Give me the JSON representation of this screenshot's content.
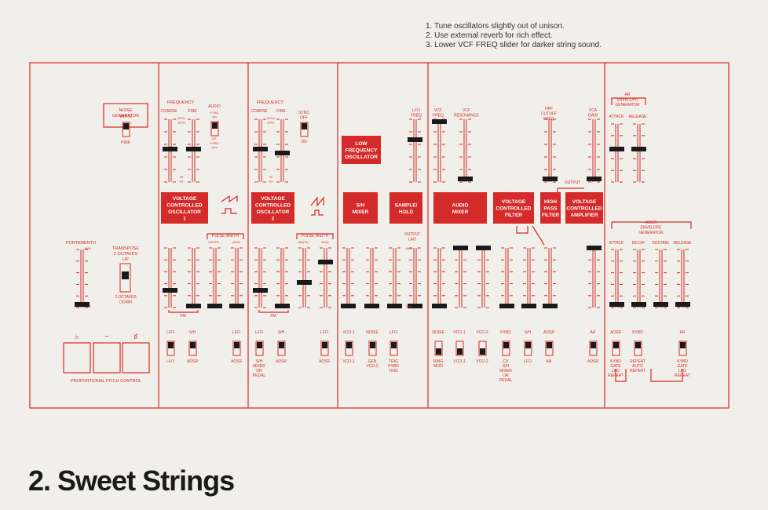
{
  "notes": [
    "1. Tune oscillators slightly out of unison.",
    "2. Use external reverb for rich effect.",
    "3. Lower VCF FREQ slider for darker string sound."
  ],
  "title": "2. Sweet Strings",
  "colors": {
    "accent": "#d42a2a",
    "background": "#f1efe9",
    "knob": "#1a1a1a",
    "text": "#333333"
  },
  "blocks": {
    "vco1": [
      "VOLTAGE",
      "CONTROLLED",
      "OSCILLATOR",
      "1"
    ],
    "vco2": [
      "VOLTAGE",
      "CONTROLLED",
      "OSCILLATOR",
      "2"
    ],
    "lfo": [
      "LOW",
      "FREQUENCY",
      "OSCILLATOR"
    ],
    "sh": [
      "S/H",
      "MIXER"
    ],
    "samplehold": [
      "SAMPLE/",
      "HOLD"
    ],
    "audiomixer": [
      "AUDIO",
      "MIXER"
    ],
    "vcf": [
      "VOLTAGE",
      "CONTROLLED",
      "FILTER"
    ],
    "hpf": [
      "HIGH",
      "PASS",
      "FILTER"
    ],
    "vca": [
      "VOLTAGE",
      "CONTROLLED",
      "AMPLIFIER"
    ]
  },
  "labels": {
    "noise": [
      "NOISE",
      "GENERATOR"
    ],
    "white": "WHITE",
    "pink": "PINK",
    "frequency": "FREQUENCY",
    "coarse": "COARSE",
    "fine": "FINE",
    "audio": "AUDIO",
    "kybd_on": [
      "KYBD",
      "ON"
    ],
    "lf": "LF",
    "kybd_off": [
      "KYBD",
      "OFF"
    ],
    "sync": [
      "SYNC",
      "OFF"
    ],
    "on": "ON",
    "khz": [
      "2KHz",
      "20Hz"
    ],
    "hz": [
      "20",
      "Hz"
    ],
    "lfo_freq": [
      "LFO",
      "FREQ"
    ],
    "vcf_freq": [
      "VCF",
      "FREQ"
    ],
    "vcf_res": [
      "VCF",
      "RESONANCE"
    ],
    "hpf_cutoff": [
      "HPF",
      "CUTOFF",
      "FREQ"
    ],
    "vca_gain": [
      "VCA",
      "GAIN"
    ],
    "ar": [
      "AR",
      "ENVELOPE",
      "GENERATOR"
    ],
    "attack": "ATTACK",
    "release": "RELEASE",
    "adsr": [
      "ADSR",
      "ENVELOPE",
      "GENERATOR"
    ],
    "decay": "DECAY",
    "sustain": "SUSTAIN",
    "portamento": "PORTAMENTO",
    "transpose": [
      "TRANSPOSE",
      "2 OCTAVES",
      "UP"
    ],
    "down": [
      "2 OCTAVES",
      "DOWN"
    ],
    "pulse_width": "PULSE WIDTH",
    "width": "WIDTH",
    "mod": "MOD",
    "fm": "FM",
    "output": "OUTPUT",
    "output_lag": [
      "OUTPUT",
      "LAG"
    ],
    "max": "MAX",
    "min": "MIN",
    "ppc": "PROPORTIONAL PITCH CONTROL",
    "flat": "♭",
    "tilde": "~",
    "sharp": "♯"
  },
  "switch_labels": {
    "s1": [
      "LFO",
      "LFO"
    ],
    "s2": [
      "S/H",
      "ADSR"
    ],
    "s3": [
      "LFO",
      "ADSR"
    ],
    "s4": [
      "LFO",
      "S/H",
      "MIXER",
      "OR",
      "PEDAL"
    ],
    "s5": [
      "S/H",
      "ADSR"
    ],
    "s6": [
      "LFO",
      "ADSR"
    ],
    "s7": [
      "VCO-1",
      "VCO-1"
    ],
    "s8": [
      "NOISE",
      "GEN",
      "VCO-2"
    ],
    "s9": [
      "LFO",
      "TRIG",
      "KYBD",
      "TRIG"
    ],
    "s10": [
      "NOISE",
      "RING",
      "MOD"
    ],
    "s11": [
      "VCO-1",
      "VCO-1"
    ],
    "s12": [
      "VCO-2",
      "VCO-2"
    ],
    "s13": [
      "KYBD",
      "CV",
      "S/H",
      "MIXER",
      "OR",
      "PEDAL"
    ],
    "s14": [
      "S/H",
      "LFO"
    ],
    "s15": [
      "ADSR",
      "AR"
    ],
    "s16": [
      "AR",
      "ADSR"
    ],
    "s17": [
      "ADSR",
      "KYBD",
      "GATE",
      "LFO",
      "REPEAT"
    ],
    "s18": [
      "KYBD",
      "REPEAT",
      "AUTO",
      "REPEAT"
    ],
    "s19": [
      "AR",
      "KYBD",
      "GATE",
      "LFO",
      "REPEAT"
    ]
  }
}
